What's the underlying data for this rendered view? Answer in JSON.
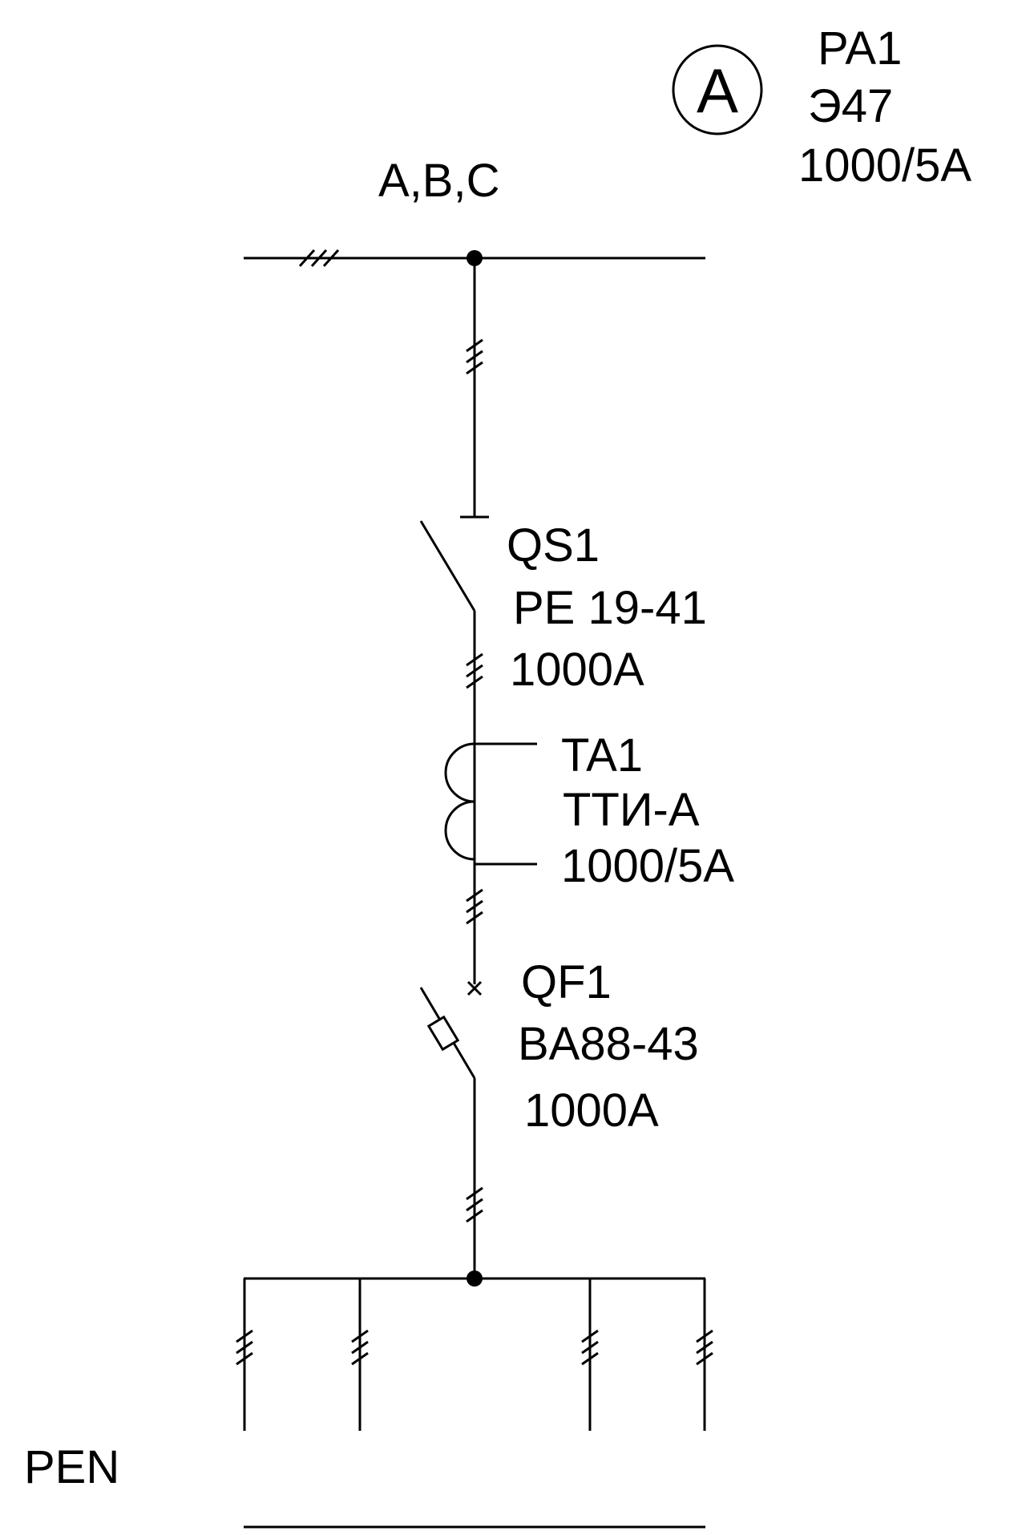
{
  "bus": {
    "phases_label": "A,B,C"
  },
  "meter": {
    "symbol": "A",
    "designation": "PA1",
    "model": "Э47",
    "rating": "1000/5A"
  },
  "disconnector": {
    "designation": "QS1",
    "model": "PE 19-41",
    "rating": "1000A"
  },
  "current_transformer": {
    "designation": "TA1",
    "model": "ТТИ-А",
    "rating": "1000/5A"
  },
  "breaker": {
    "designation": "QF1",
    "model": "BA88-43",
    "rating": "1000A"
  },
  "pen_bus": {
    "label": "PEN"
  },
  "colors": {
    "line": "#000000",
    "background": "#ffffff"
  }
}
